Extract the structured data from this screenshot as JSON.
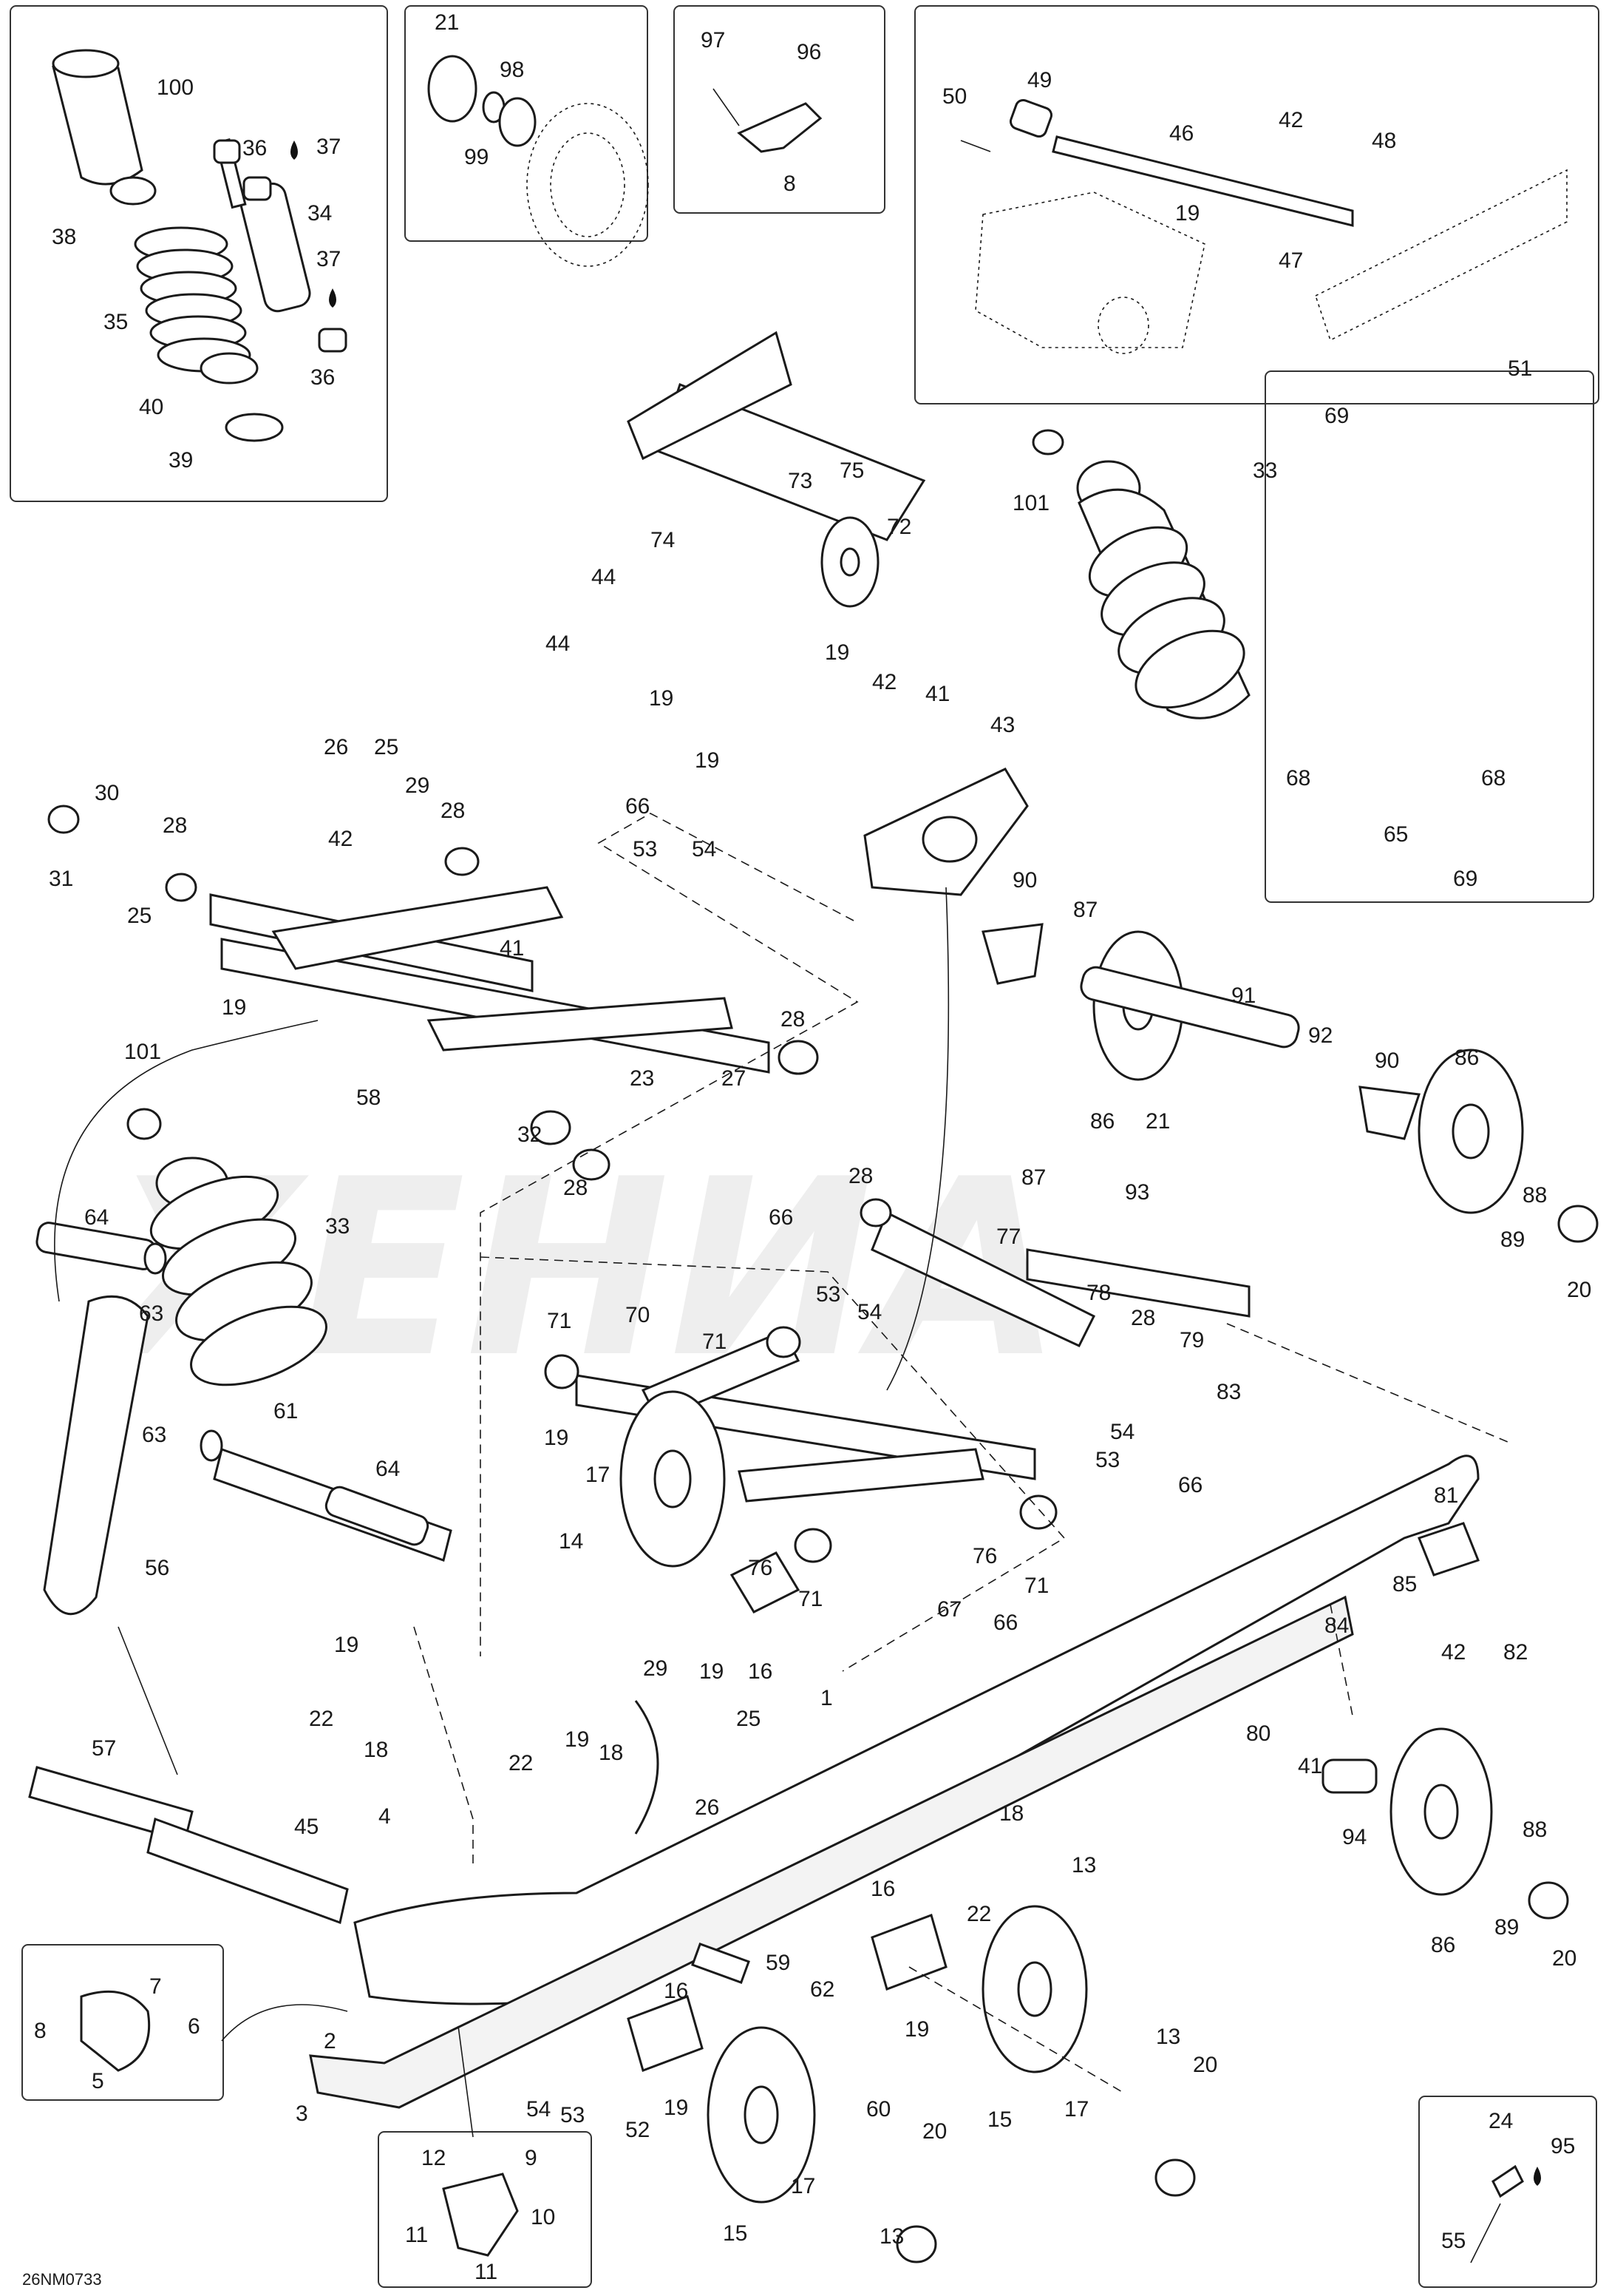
{
  "diagram_code": "26NM0733",
  "watermark": "ХЕНИА",
  "callouts": [
    {
      "id": "c100",
      "text": "100"
    },
    {
      "id": "c36a",
      "text": "36"
    },
    {
      "id": "c37a",
      "text": "37"
    },
    {
      "id": "c38",
      "text": "38"
    },
    {
      "id": "c34",
      "text": "34"
    },
    {
      "id": "c37b",
      "text": "37"
    },
    {
      "id": "c35",
      "text": "35"
    },
    {
      "id": "c40",
      "text": "40"
    },
    {
      "id": "c36b",
      "text": "36"
    },
    {
      "id": "c39",
      "text": "39"
    },
    {
      "id": "c21a",
      "text": "21"
    },
    {
      "id": "c98",
      "text": "98"
    },
    {
      "id": "c99",
      "text": "99"
    },
    {
      "id": "c97",
      "text": "97"
    },
    {
      "id": "c96",
      "text": "96"
    },
    {
      "id": "c8a",
      "text": "8"
    },
    {
      "id": "c50",
      "text": "50"
    },
    {
      "id": "c49",
      "text": "49"
    },
    {
      "id": "c46",
      "text": "46"
    },
    {
      "id": "c42a",
      "text": "42"
    },
    {
      "id": "c48",
      "text": "48"
    },
    {
      "id": "c19a",
      "text": "19"
    },
    {
      "id": "c47",
      "text": "47"
    },
    {
      "id": "c51",
      "text": "51"
    },
    {
      "id": "c101a",
      "text": "101"
    },
    {
      "id": "c33a",
      "text": "33"
    },
    {
      "id": "c73",
      "text": "73"
    },
    {
      "id": "c75",
      "text": "75"
    },
    {
      "id": "c72",
      "text": "72"
    },
    {
      "id": "c74",
      "text": "74"
    },
    {
      "id": "c44a",
      "text": "44"
    },
    {
      "id": "c44b",
      "text": "44"
    },
    {
      "id": "c19b",
      "text": "19"
    },
    {
      "id": "c42b",
      "text": "42"
    },
    {
      "id": "c19c",
      "text": "19"
    },
    {
      "id": "c41a",
      "text": "41"
    },
    {
      "id": "c19d",
      "text": "19"
    },
    {
      "id": "c43",
      "text": "43"
    },
    {
      "id": "c66a",
      "text": "66"
    },
    {
      "id": "c53a",
      "text": "53"
    },
    {
      "id": "c54a",
      "text": "54"
    },
    {
      "id": "c69a",
      "text": "69"
    },
    {
      "id": "c68a",
      "text": "68"
    },
    {
      "id": "c68b",
      "text": "68"
    },
    {
      "id": "c65",
      "text": "65"
    },
    {
      "id": "c69b",
      "text": "69"
    },
    {
      "id": "c26a",
      "text": "26"
    },
    {
      "id": "c25a",
      "text": "25"
    },
    {
      "id": "c29a",
      "text": "29"
    },
    {
      "id": "c28a",
      "text": "28"
    },
    {
      "id": "c30",
      "text": "30"
    },
    {
      "id": "c28b",
      "text": "28"
    },
    {
      "id": "c31",
      "text": "31"
    },
    {
      "id": "c25b",
      "text": "25"
    },
    {
      "id": "c42c",
      "text": "42"
    },
    {
      "id": "c41b",
      "text": "41"
    },
    {
      "id": "c19e",
      "text": "19"
    },
    {
      "id": "c101b",
      "text": "101"
    },
    {
      "id": "c58",
      "text": "58"
    },
    {
      "id": "c23",
      "text": "23"
    },
    {
      "id": "c28c",
      "text": "28"
    },
    {
      "id": "c27",
      "text": "27"
    },
    {
      "id": "c32",
      "text": "32"
    },
    {
      "id": "c28d",
      "text": "28"
    },
    {
      "id": "c90a",
      "text": "90"
    },
    {
      "id": "c87a",
      "text": "87"
    },
    {
      "id": "c91",
      "text": "91"
    },
    {
      "id": "c92",
      "text": "92"
    },
    {
      "id": "c86a",
      "text": "86"
    },
    {
      "id": "c21b",
      "text": "21"
    },
    {
      "id": "c90b",
      "text": "90"
    },
    {
      "id": "c86b",
      "text": "86"
    },
    {
      "id": "c88a",
      "text": "88"
    },
    {
      "id": "c89a",
      "text": "89"
    },
    {
      "id": "c20a",
      "text": "20"
    },
    {
      "id": "c64a",
      "text": "64"
    },
    {
      "id": "c33b",
      "text": "33"
    },
    {
      "id": "c63a",
      "text": "63"
    },
    {
      "id": "c66b",
      "text": "66"
    },
    {
      "id": "c28e",
      "text": "28"
    },
    {
      "id": "c87b",
      "text": "87"
    },
    {
      "id": "c93",
      "text": "93"
    },
    {
      "id": "c77",
      "text": "77"
    },
    {
      "id": "c53b",
      "text": "53"
    },
    {
      "id": "c54b",
      "text": "54"
    },
    {
      "id": "c78",
      "text": "78"
    },
    {
      "id": "c28f",
      "text": "28"
    },
    {
      "id": "c79",
      "text": "79"
    },
    {
      "id": "c83",
      "text": "83"
    },
    {
      "id": "c71a",
      "text": "71"
    },
    {
      "id": "c70",
      "text": "70"
    },
    {
      "id": "c71b",
      "text": "71"
    },
    {
      "id": "c54c",
      "text": "54"
    },
    {
      "id": "c53c",
      "text": "53"
    },
    {
      "id": "c66c",
      "text": "66"
    },
    {
      "id": "c19f",
      "text": "19"
    },
    {
      "id": "c17a",
      "text": "17"
    },
    {
      "id": "c63b",
      "text": "63"
    },
    {
      "id": "c61",
      "text": "61"
    },
    {
      "id": "c64b",
      "text": "64"
    },
    {
      "id": "c76a",
      "text": "76"
    },
    {
      "id": "c71c",
      "text": "71"
    },
    {
      "id": "c76b",
      "text": "76"
    },
    {
      "id": "c71d",
      "text": "71"
    },
    {
      "id": "c56",
      "text": "56"
    },
    {
      "id": "c14",
      "text": "14"
    },
    {
      "id": "c67",
      "text": "67"
    },
    {
      "id": "c66d",
      "text": "66"
    },
    {
      "id": "c81",
      "text": "81"
    },
    {
      "id": "c85",
      "text": "85"
    },
    {
      "id": "c84",
      "text": "84"
    },
    {
      "id": "c42d",
      "text": "42"
    },
    {
      "id": "c82",
      "text": "82"
    },
    {
      "id": "c19g",
      "text": "19"
    },
    {
      "id": "c22a",
      "text": "22"
    },
    {
      "id": "c18a",
      "text": "18"
    },
    {
      "id": "c29b",
      "text": "29"
    },
    {
      "id": "c19h",
      "text": "19"
    },
    {
      "id": "c16a",
      "text": "16"
    },
    {
      "id": "c1",
      "text": "1"
    },
    {
      "id": "c25c",
      "text": "25"
    },
    {
      "id": "c26b",
      "text": "26"
    },
    {
      "id": "c80",
      "text": "80"
    },
    {
      "id": "c41c",
      "text": "41"
    },
    {
      "id": "c57",
      "text": "57"
    },
    {
      "id": "c22b",
      "text": "22"
    },
    {
      "id": "c19i",
      "text": "19"
    },
    {
      "id": "c18b",
      "text": "18"
    },
    {
      "id": "c45",
      "text": "45"
    },
    {
      "id": "c4",
      "text": "4"
    },
    {
      "id": "c18c",
      "text": "18"
    },
    {
      "id": "c13a",
      "text": "13"
    },
    {
      "id": "c22c",
      "text": "22"
    },
    {
      "id": "c94",
      "text": "94"
    },
    {
      "id": "c88b",
      "text": "88"
    },
    {
      "id": "c89b",
      "text": "89"
    },
    {
      "id": "c86c",
      "text": "86"
    },
    {
      "id": "c20b",
      "text": "20"
    },
    {
      "id": "c16b",
      "text": "16"
    },
    {
      "id": "c59",
      "text": "59"
    },
    {
      "id": "c62",
      "text": "62"
    },
    {
      "id": "c19j",
      "text": "19"
    },
    {
      "id": "c16c",
      "text": "16"
    },
    {
      "id": "c60",
      "text": "60"
    },
    {
      "id": "c19k",
      "text": "19"
    },
    {
      "id": "c13b",
      "text": "13"
    },
    {
      "id": "c20c",
      "text": "20"
    },
    {
      "id": "c15a",
      "text": "15"
    },
    {
      "id": "c17b",
      "text": "17"
    },
    {
      "id": "c8b",
      "text": "8"
    },
    {
      "id": "c7",
      "text": "7"
    },
    {
      "id": "c6",
      "text": "6"
    },
    {
      "id": "c5",
      "text": "5"
    },
    {
      "id": "c2",
      "text": "2"
    },
    {
      "id": "c3",
      "text": "3"
    },
    {
      "id": "c54d",
      "text": "54"
    },
    {
      "id": "c53d",
      "text": "53"
    },
    {
      "id": "c52",
      "text": "52"
    },
    {
      "id": "c15b",
      "text": "15"
    },
    {
      "id": "c17c",
      "text": "17"
    },
    {
      "id": "c20d",
      "text": "20"
    },
    {
      "id": "c13c",
      "text": "13"
    },
    {
      "id": "c12",
      "text": "12"
    },
    {
      "id": "c9",
      "text": "9"
    },
    {
      "id": "c10",
      "text": "10"
    },
    {
      "id": "c11a",
      "text": "11"
    },
    {
      "id": "c11b",
      "text": "11"
    },
    {
      "id": "c24",
      "text": "24"
    },
    {
      "id": "c95",
      "text": "95"
    },
    {
      "id": "c55",
      "text": "55"
    }
  ]
}
